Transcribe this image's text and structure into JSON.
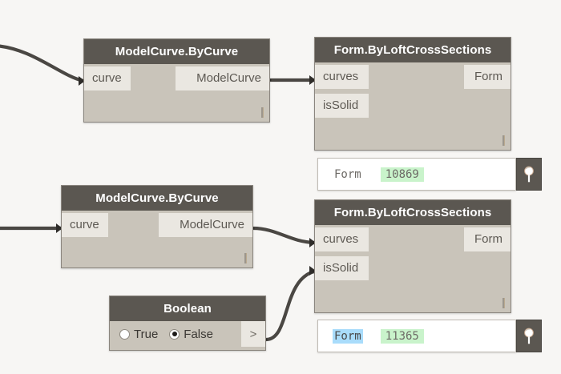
{
  "app": {
    "name": "Dynamo Node Graph",
    "canvas_background": "#f7f6f4",
    "node_header_color": "#5b5751",
    "node_body_color": "#c9c4ba",
    "port_color": "#eae7e1",
    "wire_color": "#4a4743",
    "selection_highlight": "#a9dcfb",
    "value_highlight": "#c9f3cb"
  },
  "nodes": {
    "model_curve_1": {
      "title": "ModelCurve.ByCurve",
      "inputs": [
        {
          "label": "curve"
        }
      ],
      "outputs": [
        {
          "label": "ModelCurve"
        }
      ]
    },
    "form_loft_1": {
      "title": "Form.ByLoftCrossSections",
      "inputs": [
        {
          "label": "curves"
        },
        {
          "label": "isSolid"
        }
      ],
      "outputs": [
        {
          "label": "Form"
        }
      ]
    },
    "model_curve_2": {
      "title": "ModelCurve.ByCurve",
      "inputs": [
        {
          "label": "curve"
        }
      ],
      "outputs": [
        {
          "label": "ModelCurve"
        }
      ]
    },
    "form_loft_2": {
      "title": "Form.ByLoftCrossSections",
      "inputs": [
        {
          "label": "curves"
        },
        {
          "label": "isSolid"
        }
      ],
      "outputs": [
        {
          "label": "Form"
        }
      ]
    },
    "boolean": {
      "title": "Boolean",
      "options": [
        {
          "label": "True",
          "checked": false
        },
        {
          "label": "False",
          "checked": true
        }
      ],
      "output_label": ">"
    }
  },
  "watch_nodes": [
    {
      "label": "Form",
      "value": "10869",
      "label_selected": false,
      "pin_icon": "pin-icon"
    },
    {
      "label": "Form",
      "value": "11365",
      "label_selected": true,
      "pin_icon": "pin-icon"
    }
  ]
}
